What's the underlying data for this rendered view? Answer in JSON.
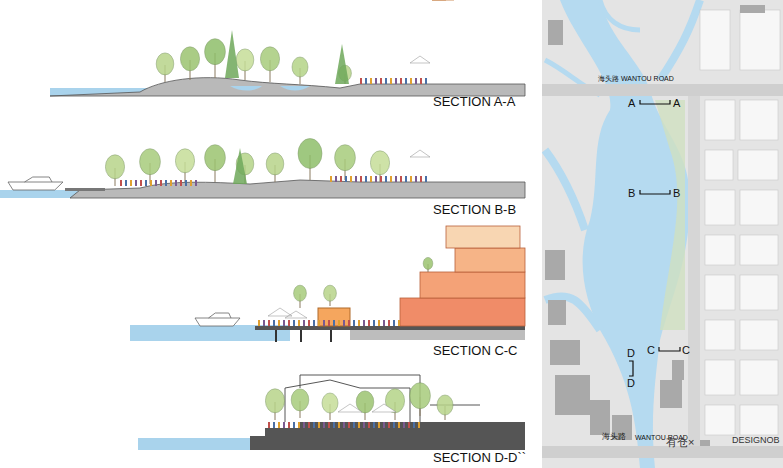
{
  "diagram": {
    "labels": [
      "SECTION A-A",
      "SECTION B-B",
      "SECTION C-C",
      "SECTION D-D``",
      "海头路 WANTOU ROAD",
      "A",
      "A",
      "B",
      "B",
      "C",
      "C",
      "D",
      "D",
      "海头路",
      "WANTOU ROAD",
      "有仓×",
      "DESIGNOB"
    ]
  }
}
